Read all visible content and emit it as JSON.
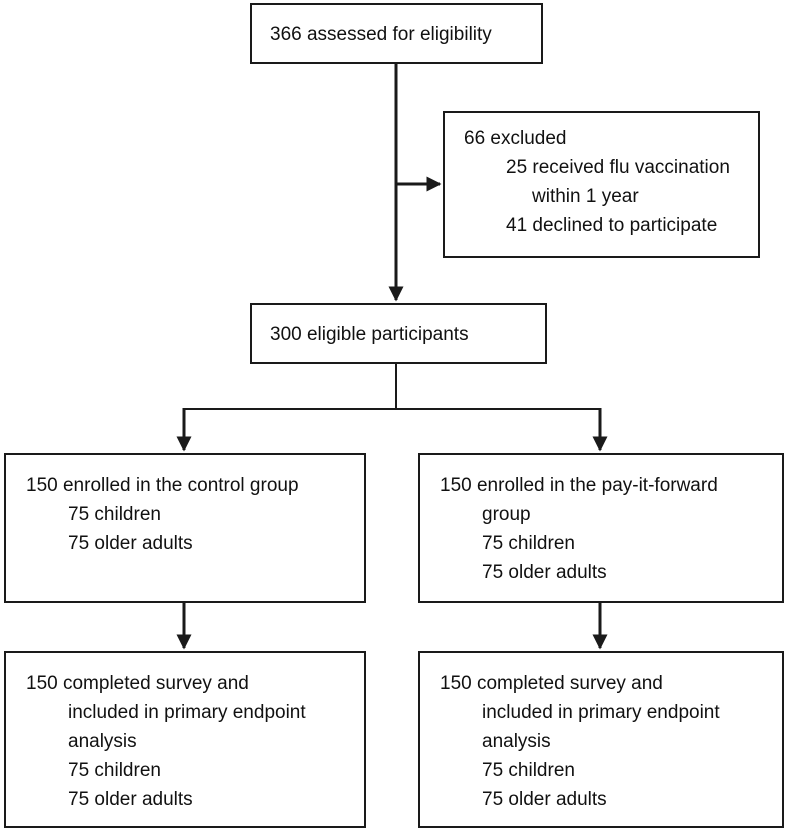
{
  "flowchart": {
    "screening": {
      "title": "366 assessed for eligibility"
    },
    "excluded": {
      "title": "66 excluded",
      "reasons": [
        "25 received flu vaccination",
        "within 1 year",
        "41 declined to participate"
      ]
    },
    "eligible": {
      "title": "300 eligible participants"
    },
    "control_enrolled": {
      "title": "150 enrolled in the control group",
      "children": "75 children",
      "older_adults": "75 older adults"
    },
    "pif_enrolled": {
      "title": "150 enrolled in the pay-it-forward",
      "title_cont": "group",
      "children": "75 children",
      "older_adults": "75 older adults"
    },
    "control_completed": {
      "title": "150 completed survey and",
      "line2": "included in primary endpoint",
      "line3": "analysis",
      "children": "75 children",
      "older_adults": "75 older adults"
    },
    "pif_completed": {
      "title": "150 completed survey and",
      "line2": "included in primary endpoint",
      "line3": "analysis",
      "children": "75 children",
      "older_adults": "75 older adults"
    }
  },
  "colors": {
    "stroke": "#1a1a1a",
    "text": "#111111",
    "background": "#ffffff"
  }
}
